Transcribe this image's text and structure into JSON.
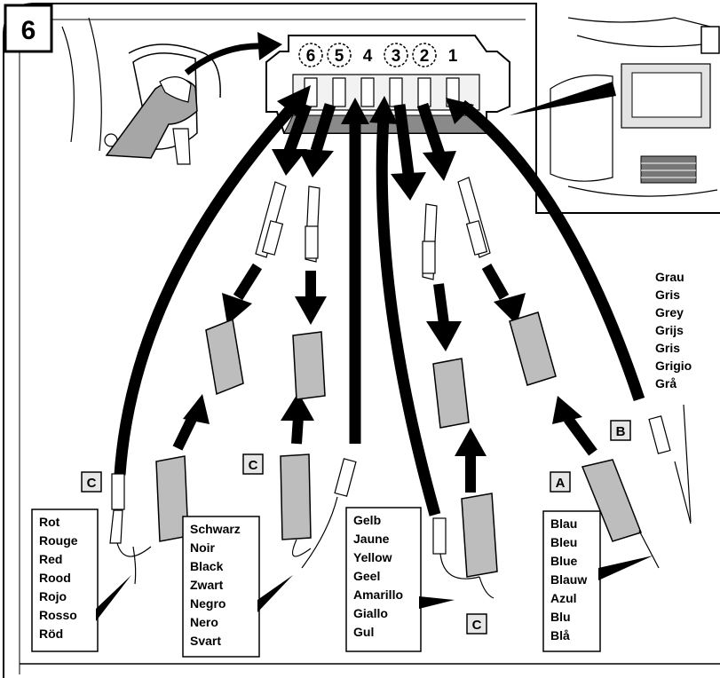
{
  "step_number": "6",
  "pin_numbers": [
    "6",
    "5",
    "4",
    "3",
    "2",
    "1"
  ],
  "circled_pins": [
    "6",
    "5",
    "3",
    "2"
  ],
  "connector_tags": {
    "red_wire": "C",
    "black_wire": "C",
    "yellow_wire": "C",
    "grey_wire": "B",
    "blue_wire": "A"
  },
  "wire_colors": {
    "red": [
      "Rot",
      "Rouge",
      "Red",
      "Rood",
      "Rojo",
      "Rosso",
      "Röd"
    ],
    "black": [
      "Schwarz",
      "Noir",
      "Black",
      "Zwart",
      "Negro",
      "Nero",
      "Svart"
    ],
    "yellow": [
      "Gelb",
      "Jaune",
      "Yellow",
      "Geel",
      "Amarillo",
      "Giallo",
      "Gul"
    ],
    "blue": [
      "Blau",
      "Bleu",
      "Blue",
      "Blauw",
      "Azul",
      "Blu",
      "Blå"
    ],
    "grey": [
      "Grau",
      "Gris",
      "Grey",
      "Grijs",
      "Gris",
      "Grigio",
      "Grå"
    ]
  },
  "colors": {
    "ink": "#000000",
    "paper": "#ffffff",
    "shade": "#bdbdbd",
    "dark_shade": "#8a8a8a"
  }
}
